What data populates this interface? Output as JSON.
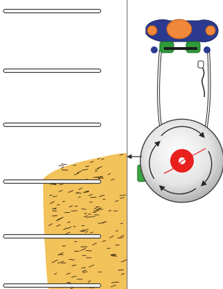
{
  "diagram": {
    "colors": {
      "background": "#ffffff",
      "wall_line": "#7a7a7a",
      "rod_fill": "#ffffff",
      "rod_stroke": "#3a3a3a",
      "ground_fill": "#f2c25b",
      "ground_dots": "#3a2a10",
      "motor_body": "#2b3a8f",
      "motor_cap": "#f0873a",
      "motor_green": "#2e9a3a",
      "frame": "#f4f4f4",
      "frame_stroke": "#2a2a2a",
      "disc_fill": "#d8d8d8",
      "disc_stroke": "#444444",
      "hub_red": "#e8201e",
      "hub_white": "#ffffff",
      "arrow": "#2a2a2a",
      "green_block": "#3aa33f"
    },
    "elements": [
      "horizontal-rods",
      "vertical-wall-line",
      "ground-mass",
      "motor-assembly",
      "support-frame",
      "rotating-disc",
      "rotation-arrows",
      "contact-arrow"
    ]
  }
}
